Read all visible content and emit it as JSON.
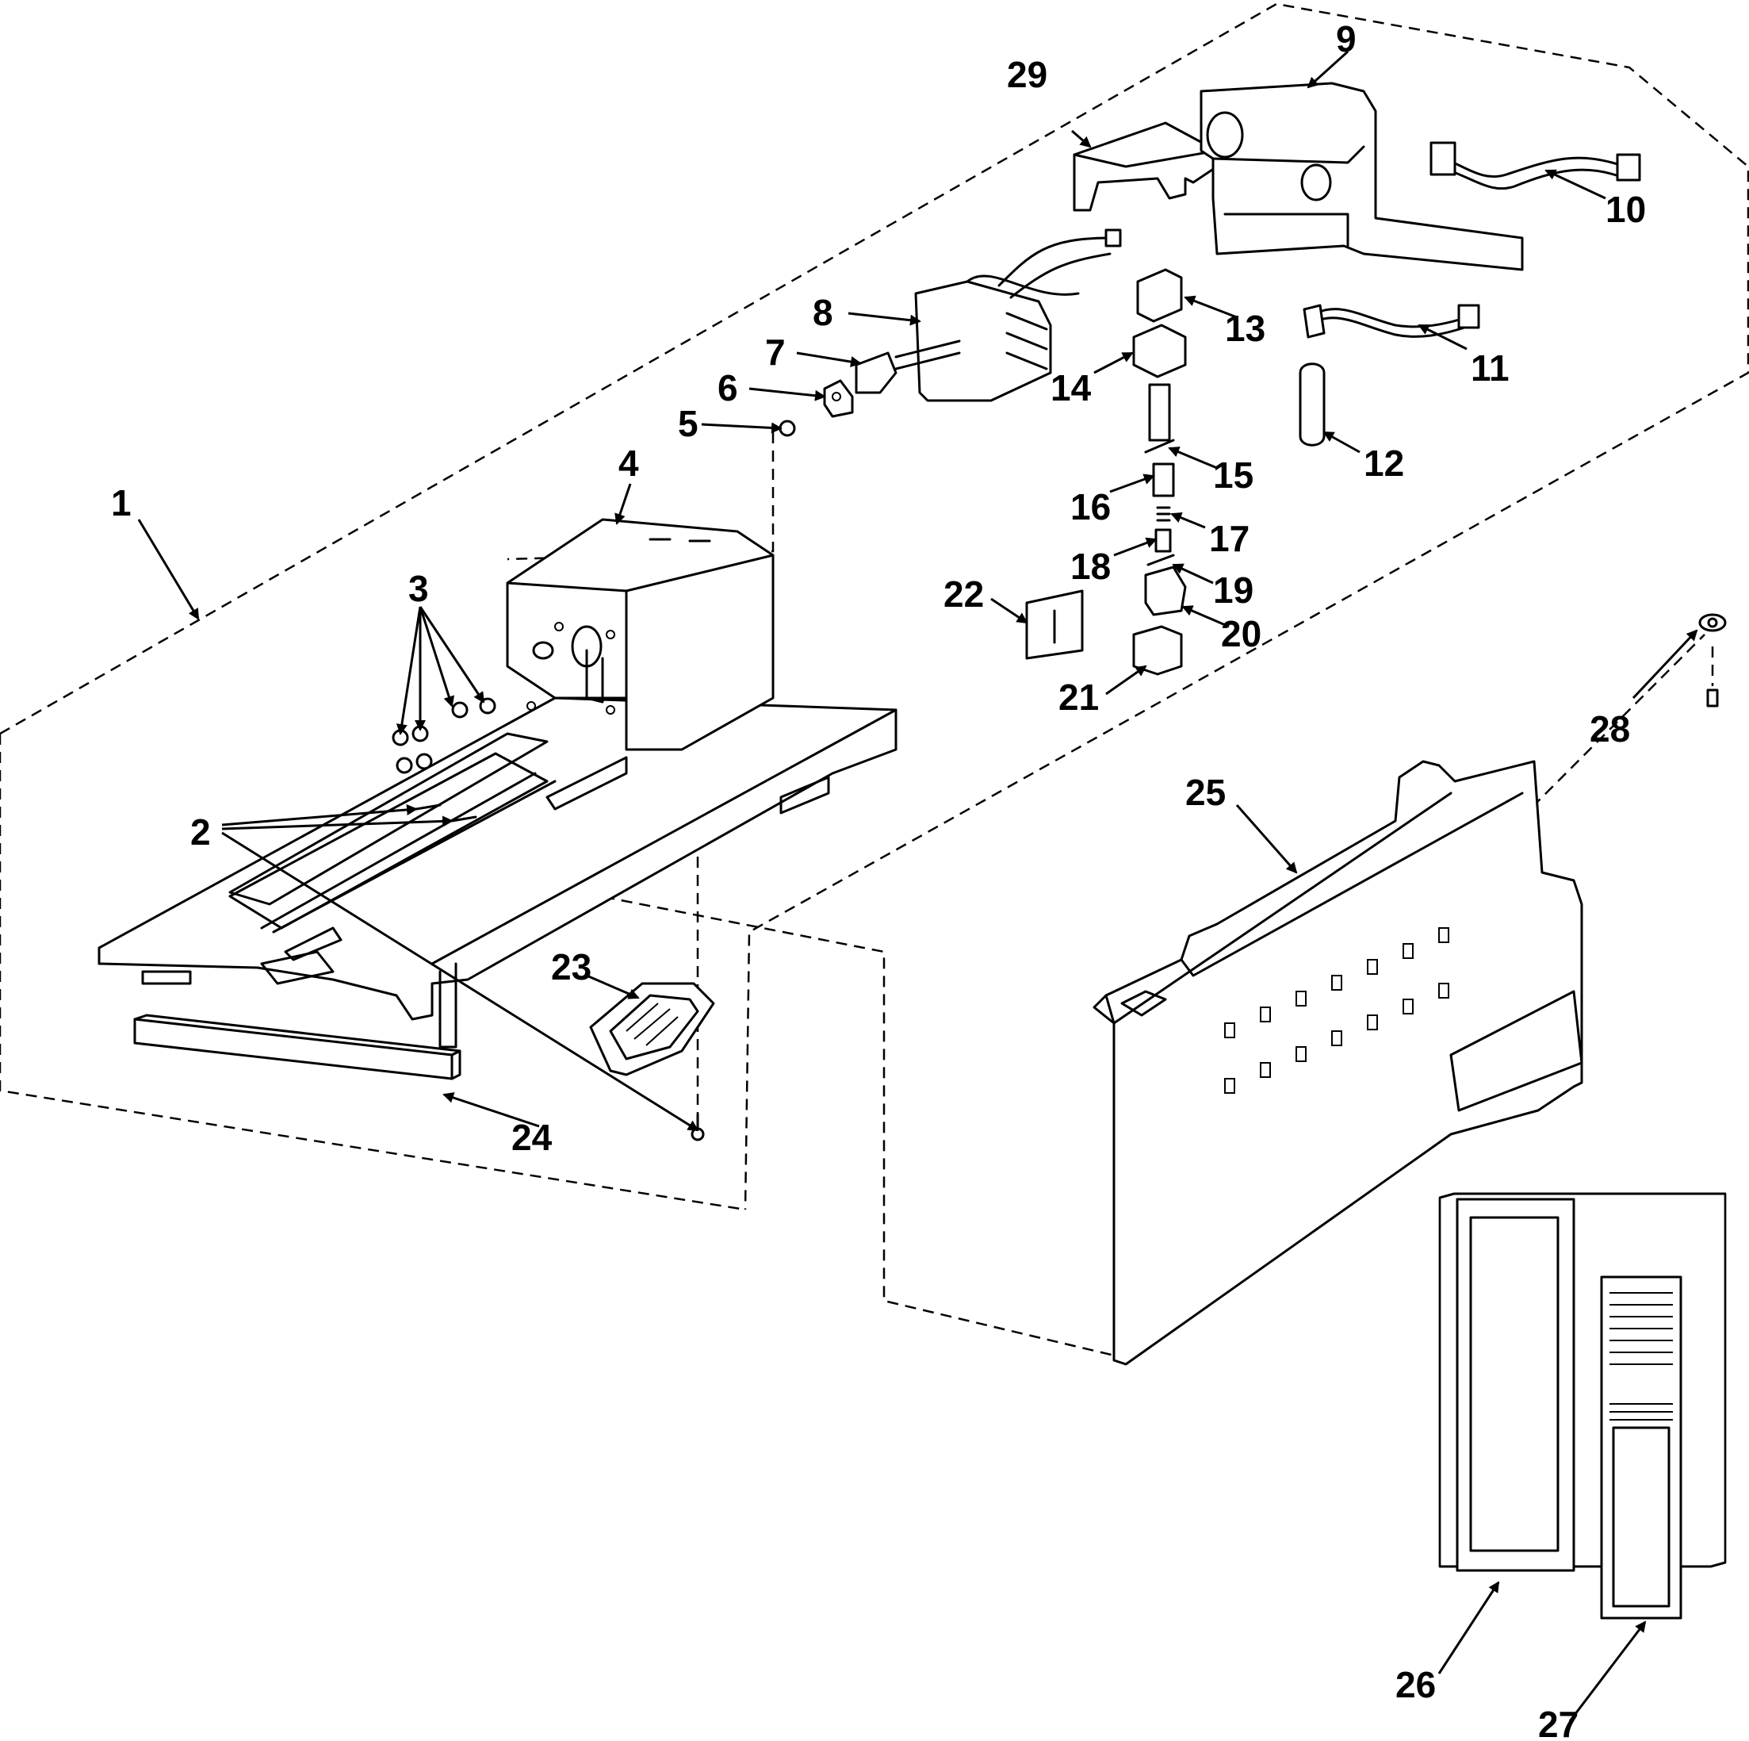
{
  "diagram": {
    "callouts": [
      "1",
      "2",
      "3",
      "4",
      "5",
      "6",
      "7",
      "8",
      "9",
      "10",
      "11",
      "12",
      "13",
      "14",
      "15",
      "16",
      "17",
      "18",
      "19",
      "20",
      "21",
      "22",
      "23",
      "24",
      "25",
      "26",
      "27",
      "28",
      "29"
    ]
  }
}
